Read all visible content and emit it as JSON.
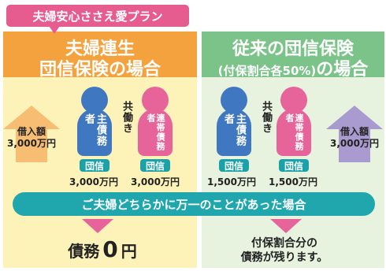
{
  "tag": {
    "label": "夫婦安心ささえ愛プラン"
  },
  "left": {
    "title_line1": "夫婦連生",
    "title_line2": "団信保険の場合",
    "loan": {
      "label": "借入額",
      "amount": "3,000万円"
    },
    "main_debtor": {
      "label": "主債務者",
      "badge": "団信",
      "amount": "3,000万円"
    },
    "joint_debtor": {
      "label": "連帯債務者",
      "badge": "団信",
      "amount": "3,000万円"
    },
    "together": "共働き",
    "result_prefix": "債務",
    "result_value": "0",
    "result_suffix": "円"
  },
  "right": {
    "title_line1": "従来の団信保険",
    "title_line2_note": "(付保割合各50%)",
    "title_line2": "の場合",
    "loan": {
      "label": "借入額",
      "amount": "3,000万円"
    },
    "main_debtor": {
      "label": "主債務者",
      "badge": "団信",
      "amount": "1,500万円"
    },
    "joint_debtor": {
      "label": "連帯債務者",
      "badge": "団信",
      "amount": "1,500万円"
    },
    "together": "共働き",
    "result_line1": "付保割合分の",
    "result_line2": "債務が残ります。"
  },
  "banner": {
    "label": "ご夫婦どちらかに万一のことがあった場合"
  },
  "colors": {
    "tag": "#e65c8f",
    "left_header": "#f4a23d",
    "right_header": "#7cc38a",
    "left_bg": "#fdf3b8",
    "right_bg": "#e7f2df",
    "main_debtor": "#3f78c1",
    "joint_debtor": "#e7649a",
    "badge": "#1aa2a8",
    "banner": "#1fa7ad",
    "loan_left": "#f6bd73",
    "loan_right": "#a99ad0"
  },
  "icons": [
    "person-icon",
    "loan-arrow-icon",
    "down-arrow-icon"
  ]
}
